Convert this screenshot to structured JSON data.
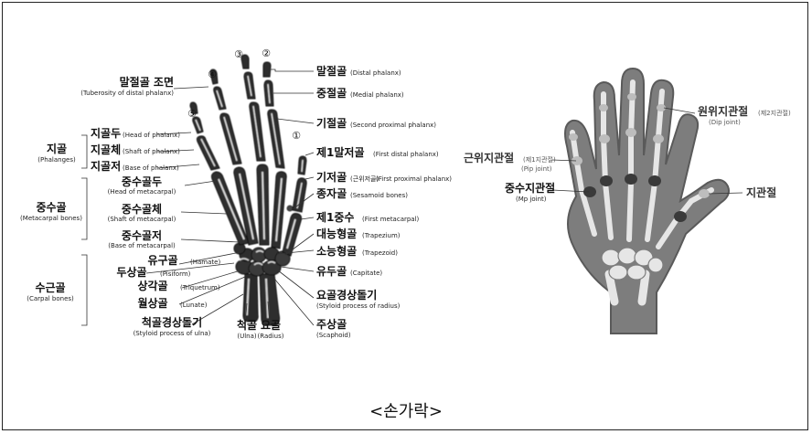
{
  "caption": "<손가락>",
  "finger_numbers": [
    "①",
    "②",
    "③",
    "④",
    "⑤"
  ],
  "left_labels": {
    "tuberosity": {
      "ko": "말절골 조면",
      "en": "(Tuberosity of distal phalanx)"
    },
    "head_phalanx": {
      "ko": "지골두",
      "en": "(Head of phalanx)"
    },
    "shaft_phalanx": {
      "ko": "지골체",
      "en": "(Shaft of phalanx)"
    },
    "base_phalanx": {
      "ko": "지골저",
      "en": "(Base of phalanx)"
    },
    "phalanges_group": {
      "ko": "지골",
      "en": "(Phalanges)"
    },
    "head_meta": {
      "ko": "중수골두",
      "en": "(Head of metacarpal)"
    },
    "shaft_meta": {
      "ko": "중수골체",
      "en": "(Shaft of metacarpal)"
    },
    "base_meta": {
      "ko": "중수골저",
      "en": "(Base of metacarpal)"
    },
    "metacarpal_group": {
      "ko": "중수골",
      "en": "(Metacarpal bones)"
    },
    "hamate": {
      "ko": "유구골",
      "en": "(Hamate)"
    },
    "pisiform": {
      "ko": "두상골",
      "en": "(Pisiform)"
    },
    "triquetrum": {
      "ko": "상각골",
      "en": "(Triquetrum)"
    },
    "lunate": {
      "ko": "월상골",
      "en": "(Lunate)"
    },
    "carpal_group": {
      "ko": "수근골",
      "en": "(Carpal bones)"
    },
    "styloid_ulna": {
      "ko": "척골경상돌기",
      "en": "(Styloid process of ulna)"
    },
    "ulna": {
      "ko": "척골",
      "en": "(Ulna)"
    },
    "radius": {
      "ko": "요골",
      "en": "(Radius)"
    }
  },
  "right_labels": {
    "distal": {
      "ko": "말절골",
      "en": "(Distal phalanx)"
    },
    "medial": {
      "ko": "중절골",
      "en": "(Medial phalanx)"
    },
    "second_proximal": {
      "ko": "기절골",
      "en": "(Second proximal phalanx)"
    },
    "first_distal": {
      "ko": "제1말저골",
      "en": "(First distal phalanx)"
    },
    "first_proximal": {
      "ko": "기저골",
      "ko_small": "(근위저골)",
      "en": "(First proximal phalanx)"
    },
    "sesamoid": {
      "ko": "종자골",
      "en": "(Sesamoid bones)"
    },
    "first_meta": {
      "ko": "제1중수",
      "en": "(First metacarpal)"
    },
    "trapezium": {
      "ko": "대능형골",
      "en": "(Trapezium)"
    },
    "trapezoid": {
      "ko": "소능형골",
      "en": "(Trapezoid)"
    },
    "capitate": {
      "ko": "유두골",
      "en": "(Capitate)"
    },
    "styloid_radius": {
      "ko": "요골경상돌기",
      "en": "(Styloid process of radius)"
    },
    "scaphoid": {
      "ko": "주상골",
      "en": "(Scaphoid)"
    }
  },
  "joint_labels": {
    "dip": {
      "ko": "원위지관절",
      "ko_small": "(제2지관절)",
      "en": "(Dip joint)"
    },
    "pip": {
      "ko": "근위지관절",
      "ko_small": "(제1지관절)",
      "en": "(Pip joint)"
    },
    "mp": {
      "ko": "중수지관절",
      "en": "(Mp joint)"
    },
    "finger_joint": {
      "ko": "지관절"
    }
  },
  "colors": {
    "bone_dark": "#2a2a2a",
    "bone_light": "#e8e8e8",
    "hand_fill": "#7d7d7d",
    "hand_outline": "#5a5a5a",
    "joint_dark": "#3a3a3a",
    "joint_light": "#bdbdbd",
    "leader": "#333333"
  }
}
